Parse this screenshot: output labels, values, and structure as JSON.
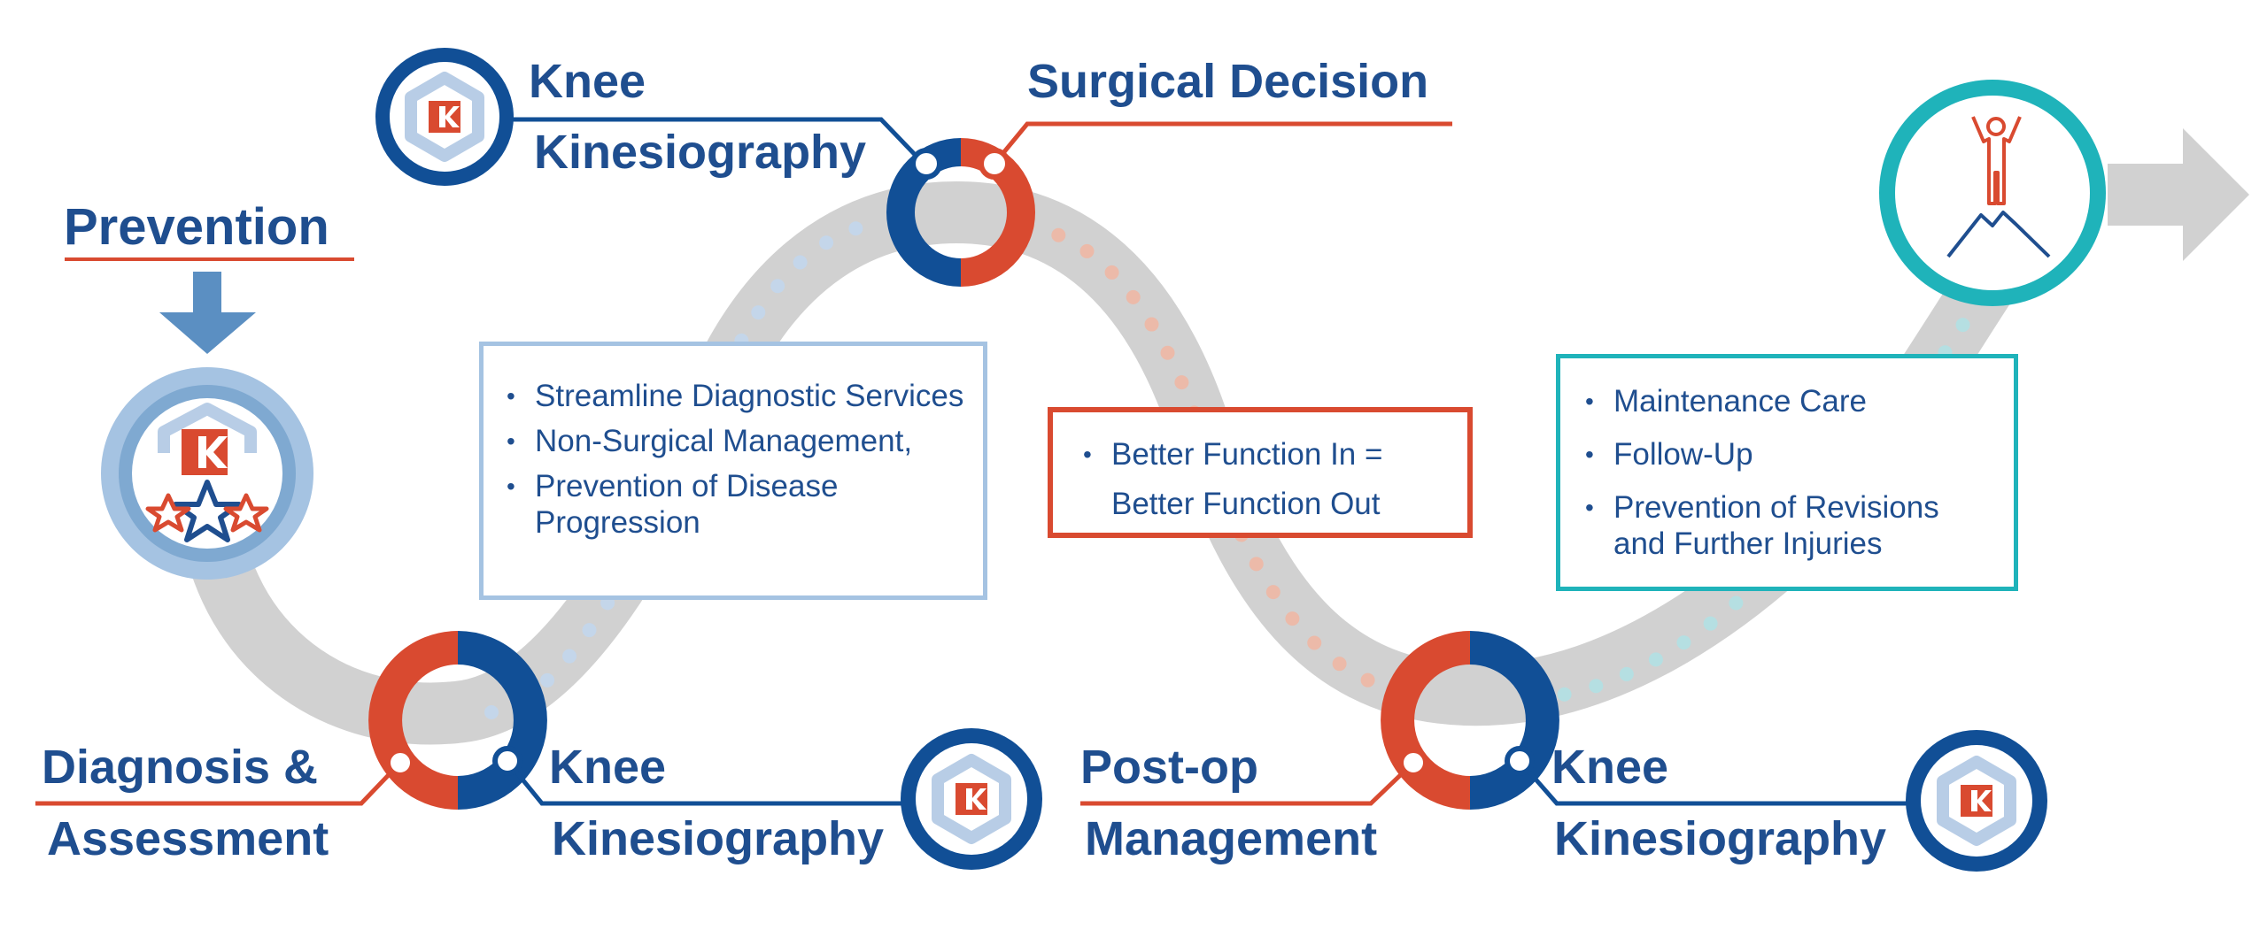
{
  "labels": {
    "prevention": "Prevention",
    "diagnosis_1": "Diagnosis &",
    "diagnosis_2": "Assessment",
    "knee_kin_top_1": "Knee",
    "knee_kin_top_2": "Kinesiography",
    "surgical_decision": "Surgical Decision",
    "knee_kin_bottom_left_1": "Knee",
    "knee_kin_bottom_left_2": "Kinesiography",
    "postop_1": "Post-op",
    "postop_2": "Management",
    "knee_kin_bottom_right_1": "Knee",
    "knee_kin_bottom_right_2": "Kinesiography"
  },
  "boxes": {
    "diagnostic": {
      "items": [
        "Streamline Diagnostic Services",
        "Non-Surgical Management,",
        "Prevention of Disease Progression"
      ]
    },
    "surgical": {
      "items": [
        "Better Function In = Better Function Out"
      ]
    },
    "postop": {
      "items": [
        "Maintenance Care",
        "Follow-Up",
        "Prevention of Revisions and Further Injuries"
      ]
    }
  },
  "colors": {
    "navy": "#1f4e8f",
    "dark_blue": "#114f96",
    "orange_red": "#d94a30",
    "teal": "#1fb3ba",
    "light_blue": "#7fa9d1",
    "gray_path": "#d1d1d1"
  },
  "icons": {
    "kinesiography_logo": "k-logo-icon",
    "prevention": "star-k-logo-icon",
    "goal": "person-summit-icon",
    "direction": "arrow-down-icon"
  }
}
